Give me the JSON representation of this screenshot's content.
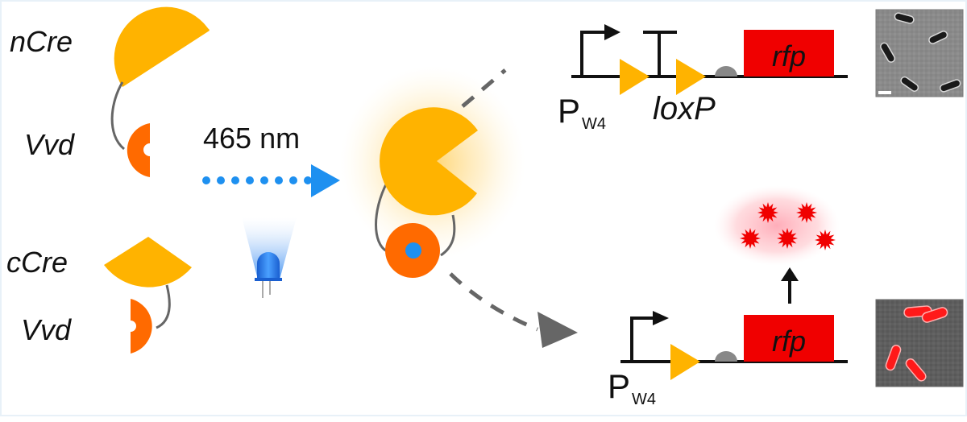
{
  "figure": {
    "left_state": {
      "top_pair": {
        "protein_label": "nCre",
        "photoreceptor_label": "Vvd"
      },
      "bottom_pair": {
        "protein_label": "cCre",
        "photoreceptor_label": "Vvd"
      }
    },
    "light": {
      "wavelength_label": "465 nm",
      "source": "blue-led-icon"
    },
    "top_construct": {
      "promoter_label": "P",
      "promoter_subscript": "W4",
      "site_label": "loxP",
      "gene_label": "rfp",
      "micrograph": "dark-cells-micrograph"
    },
    "bottom_construct": {
      "promoter_label": "P",
      "promoter_subscript": "W4",
      "gene_label": "rfp",
      "micrograph": "red-fluorescent-cells-micrograph"
    },
    "colors": {
      "cre": "#ffb300",
      "vvd": "#ff6a00",
      "blue_light": "#1e90f0",
      "gene": "#f00000",
      "terminator_rbs": "#888888",
      "linker": "#666666",
      "dash_arrow": "#666666"
    }
  }
}
